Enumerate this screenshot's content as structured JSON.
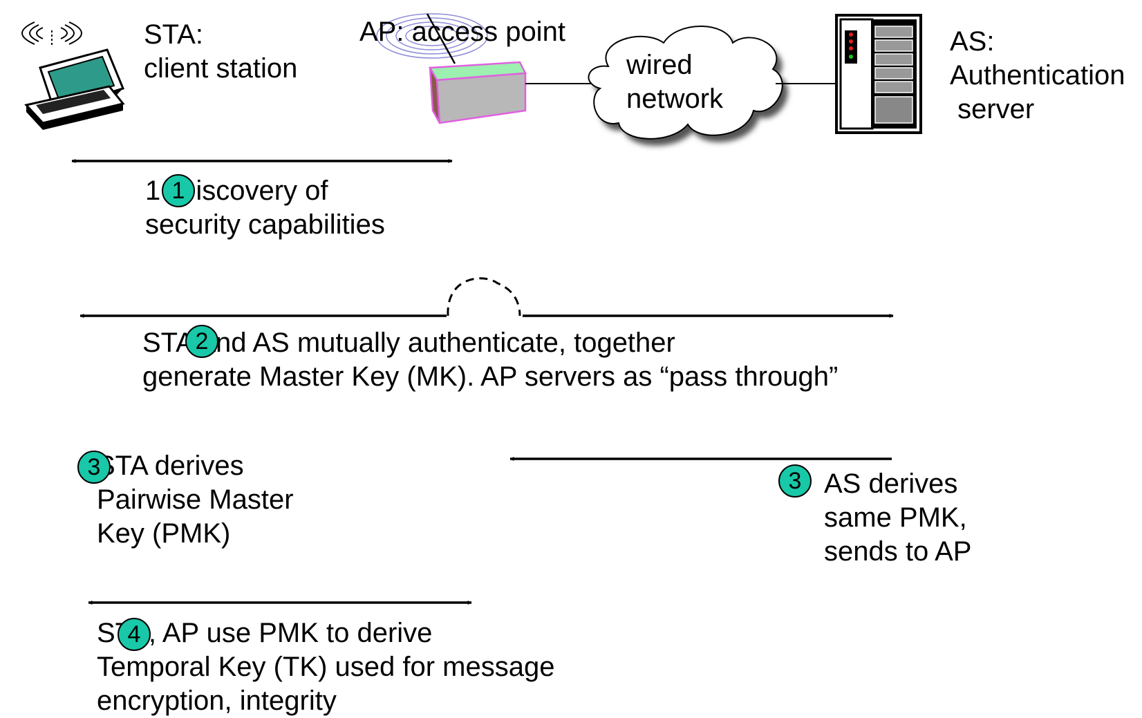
{
  "nodes": {
    "sta": {
      "line1": "STA:",
      "line2": "client station"
    },
    "ap": {
      "line1": "AP: access point"
    },
    "network": {
      "line1": "wired",
      "line2": "network"
    },
    "as": {
      "line1": "AS:",
      "line2": "Authentication",
      "line3": " server"
    }
  },
  "steps": {
    "s1": {
      "badge": "1",
      "line1": "1  Discovery of",
      "line2": "security capabilities"
    },
    "s2": {
      "badge": "2",
      "line1": "STA and AS mutually authenticate, together",
      "line2": "generate Master Key (MK). AP servers as “pass through”"
    },
    "s3a": {
      "badge": "3",
      "line1": "STA derives",
      "line2": "Pairwise Master",
      "line3": "Key (PMK)"
    },
    "s3b": {
      "badge": "3",
      "line1": "AS derives",
      "line2": "same PMK,",
      "line3": "sends to AP"
    },
    "s4": {
      "badge": "4",
      "line1": "STA, AP use PMK to derive",
      "line2": "Temporal Key (TK) used for message",
      "line3": "encryption, integrity"
    }
  },
  "colors": {
    "badge_fill": "#19c8a8",
    "ap_top": "#9cf0b0",
    "ap_front": "#b8b8b8",
    "ap_side": "#8a5a4a",
    "ap_outline": "#e060e0"
  },
  "icons": [
    "laptop-icon",
    "wireless-signal-icon",
    "access-point-icon",
    "antenna-icon",
    "cloud-icon",
    "server-icon"
  ]
}
